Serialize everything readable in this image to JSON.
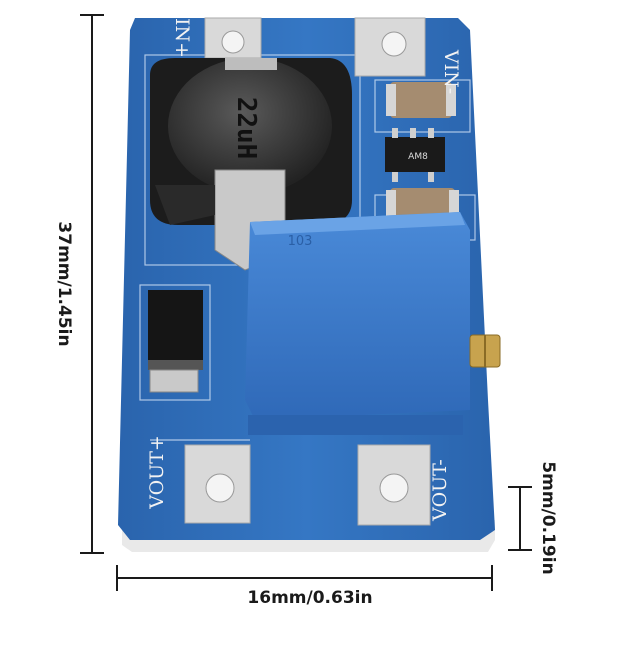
{
  "dimensions": {
    "height": "37mm/1.45in",
    "width": "16mm/0.63in",
    "thickness": "5mm/0.19in"
  },
  "board_labels": {
    "in_plus": "IN+",
    "vin_minus": "VIN-",
    "vout_plus": "VOUT+",
    "vout_minus": "VOUT-"
  },
  "components": {
    "inductor_marking": "22uH",
    "chip_marking": "AM8",
    "pot_marking": "103"
  },
  "colors": {
    "pcb": "#2f6db8",
    "pcb_dark": "#1f4f8f",
    "pot": "#3f7fd0",
    "pad": "#d9d9d9"
  }
}
